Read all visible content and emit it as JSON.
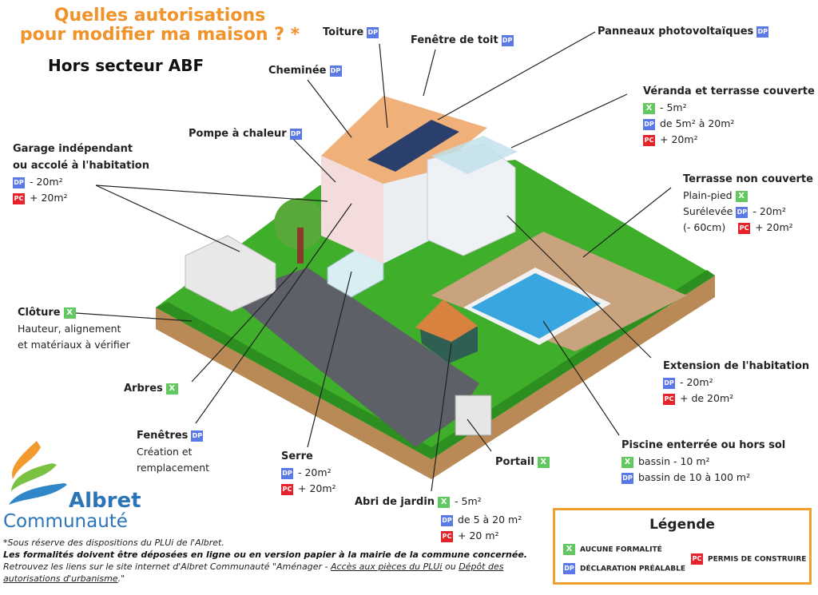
{
  "header": {
    "title_line1": "Quelles autorisations",
    "title_line2": "pour modifier ma maison ? *",
    "subtitle": "Hors secteur ABF"
  },
  "colors": {
    "title": "#f0932b",
    "x": "#62c860",
    "dp": "#5a78e6",
    "pc": "#e6232a",
    "legend_border": "#f0a030",
    "logo": "#2c74b8"
  },
  "badges": {
    "x": "X",
    "dp": "DP",
    "pc": "PC"
  },
  "items": {
    "toiture": {
      "title": "Toiture"
    },
    "fenetre_toit": {
      "title": "Fenêtre de toit"
    },
    "panneaux": {
      "title": "Panneaux photovoltaïques"
    },
    "cheminee": {
      "title": "Cheminée"
    },
    "veranda": {
      "title": "Véranda et terrasse couverte",
      "x": "- 5m²",
      "dp": "de 5m² à 20m²",
      "pc": "+ 20m²"
    },
    "pompe": {
      "title": "Pompe à chaleur"
    },
    "garage": {
      "title1": "Garage indépendant",
      "title2": "ou accolé à l'habitation",
      "dp": "- 20m²",
      "pc": "+ 20m²"
    },
    "terrasse": {
      "title": "Terrasse non couverte",
      "plain": "Plain-pied",
      "sure": "Surélevée",
      "sure2": "(- 60cm)",
      "dp": "- 20m²",
      "pc": "+ 20m²"
    },
    "cloture": {
      "title": "Clôture",
      "line1": "Hauteur, alignement",
      "line2": "et matériaux à vérifier"
    },
    "arbres": {
      "title": "Arbres"
    },
    "extension": {
      "title": "Extension de l'habitation",
      "dp": "- 20m²",
      "pc": "+ de 20m²"
    },
    "fenetres": {
      "title": "Fenêtres",
      "line1": "Création et",
      "line2": "remplacement"
    },
    "serre": {
      "title": "Serre",
      "dp": "- 20m²",
      "pc": "+ 20m²"
    },
    "piscine": {
      "title": "Piscine enterrée ou hors sol",
      "x": "bassin - 10 m²",
      "dp": "bassin de 10 à 100 m²"
    },
    "portail": {
      "title": "Portail"
    },
    "abri": {
      "title": "Abri de jardin",
      "x": "- 5m²",
      "dp": "de 5 à 20 m²",
      "pc": "+ 20 m²"
    }
  },
  "logo": {
    "line1": "Albret",
    "line2": "Communauté"
  },
  "footer": {
    "note": "*Sous réserve des dispositions du PLUi de l'Albret.",
    "bold": "Les formalités doivent être déposées en ligne ou en version papier à la mairie de la commune concernée.",
    "links_prefix": "Retrouvez les liens sur le site internet d'Albret Communauté \"Aménager - ",
    "link1": "Accès aux pièces du PLUi",
    "links_mid": " ou ",
    "link2": "Dépôt des autorisations d'urbanisme",
    "links_suffix": ".\""
  },
  "legend": {
    "title": "Légende",
    "x": "AUCUNE FORMALITÉ",
    "dp": "DÉCLARATION PRÉALABLE",
    "pc": "PERMIS DE CONSTRUIRE"
  }
}
